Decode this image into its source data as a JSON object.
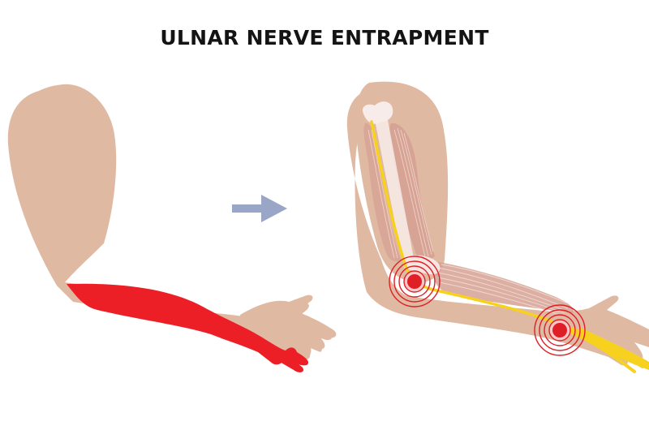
{
  "title": "ULNAR NERVE ENTRAPMENT",
  "colors": {
    "skin": "#e0b9a3",
    "skin_shadow": "#d3a48c",
    "pain": "#ec1f26",
    "arrow": "#9aa6c8",
    "nerve": "#f6d21f",
    "muscle": "#d5a193",
    "muscle_line": "#f2d7cd",
    "bone": "#f8ecea",
    "ring": "#e01e26"
  },
  "icons": {
    "left_figure": "arm-with-pain-region",
    "arrow": "right-arrow-icon",
    "right_figure": "arm-anatomy-with-ulnar-nerve"
  }
}
